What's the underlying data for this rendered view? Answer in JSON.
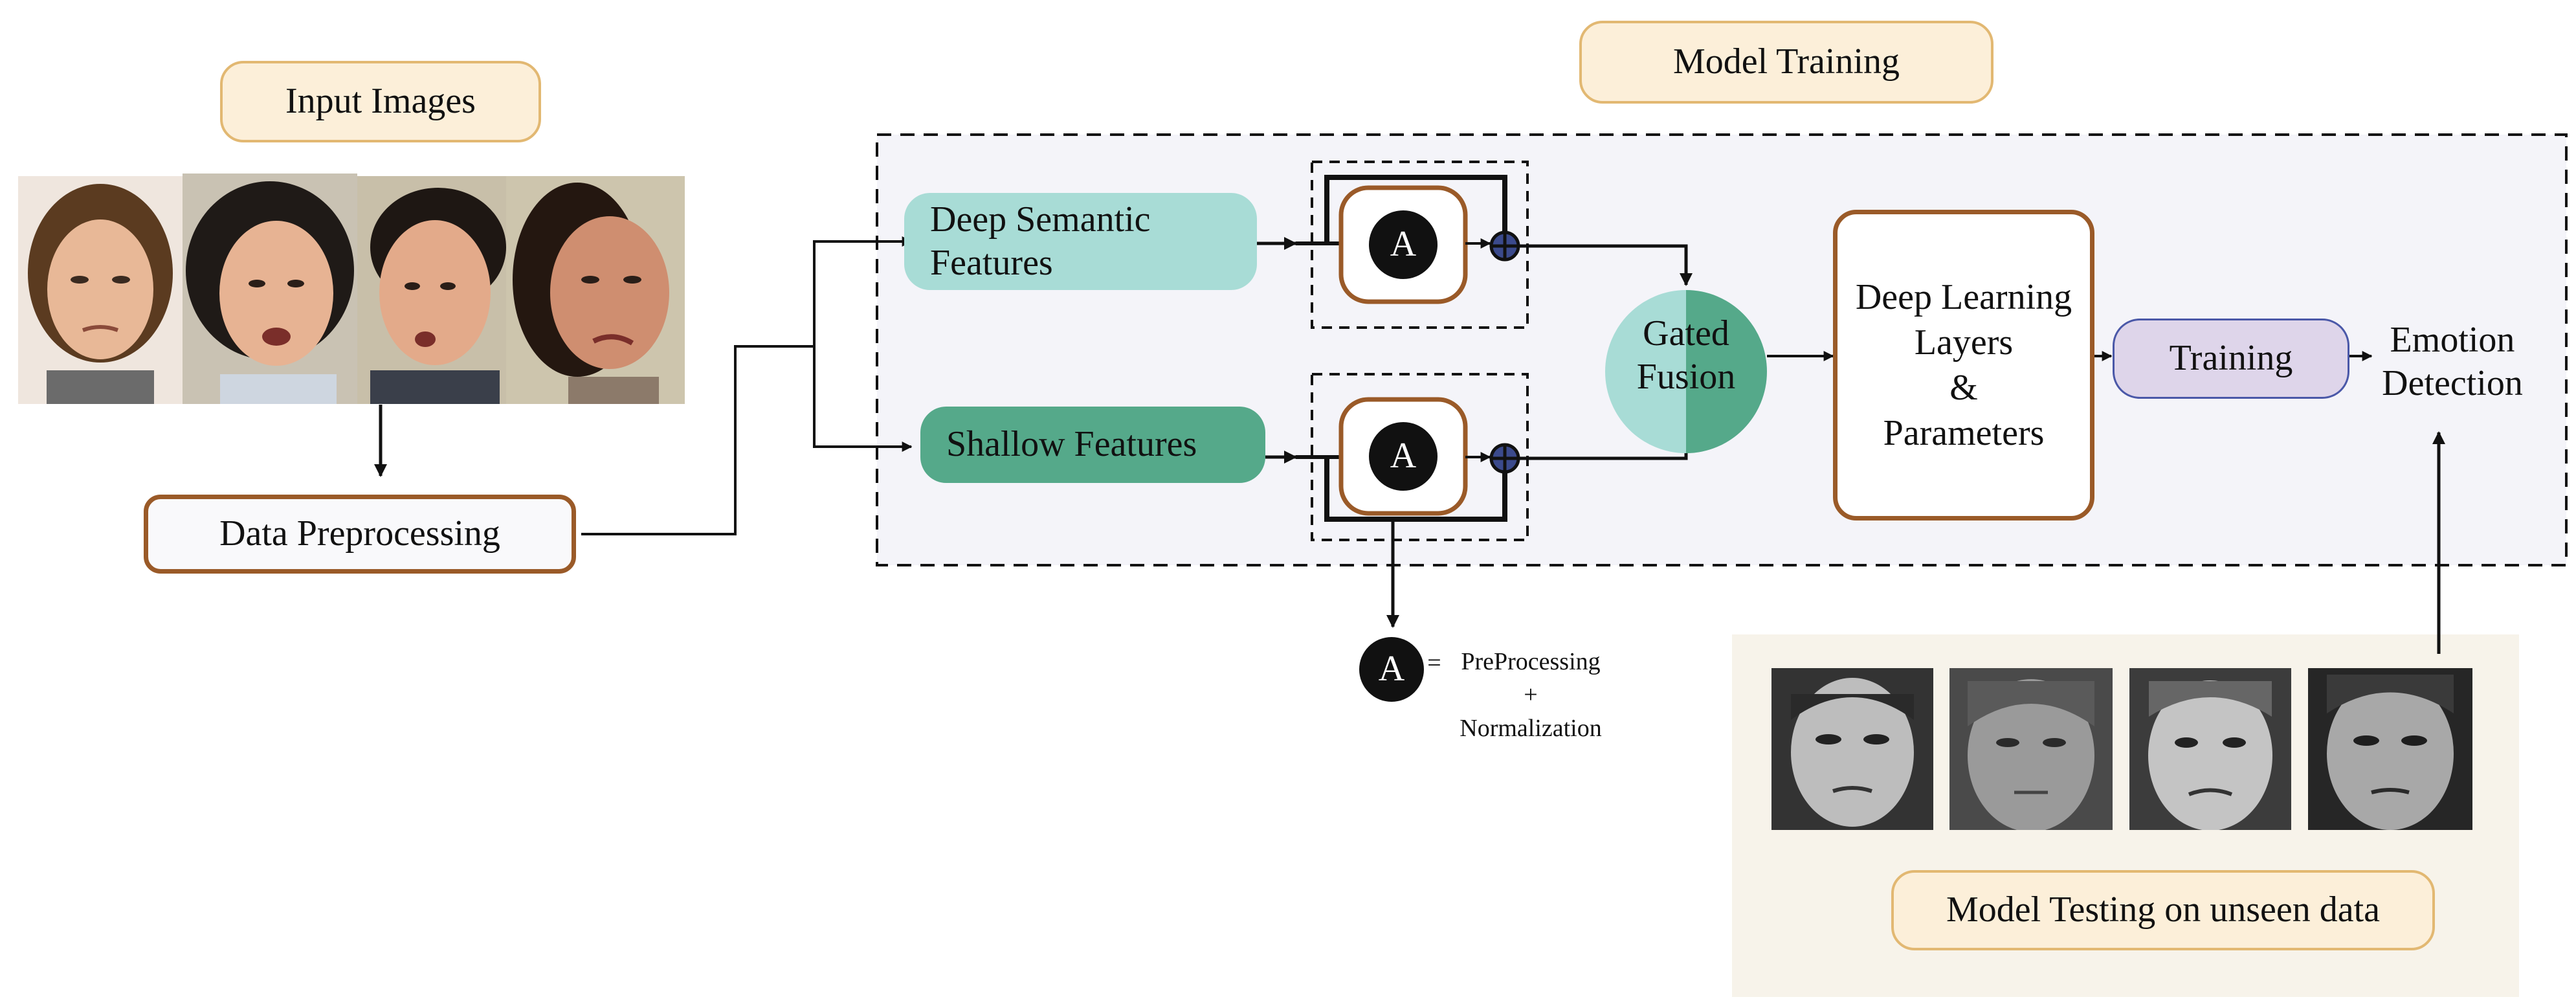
{
  "labels": {
    "input_images": "Input Images",
    "model_training": "Model Training",
    "data_preprocessing": "Data Preprocessing",
    "deep_semantic_line1": "Deep Semantic",
    "deep_semantic_line2": "Features",
    "shallow_features": "Shallow Features",
    "gated_fusion_line1": "Gated",
    "gated_fusion_line2": "Fusion",
    "dl_line1": "Deep Learning",
    "dl_line2": "Layers",
    "dl_line3": "&",
    "dl_line4": "Parameters",
    "training": "Training",
    "emotion_line1": "Emotion",
    "emotion_line2": "Detection",
    "model_testing": "Model Testing on unseen data",
    "operator_symbol": "A",
    "legend_equals": "=",
    "legend_line1": "PreProcessing",
    "legend_line2": "+",
    "legend_line3": "Normalization"
  },
  "icons": {
    "input_faces": [
      "face-image",
      "face-image",
      "face-image",
      "face-image"
    ],
    "test_faces": [
      "grayscale-face-image",
      "grayscale-face-image",
      "grayscale-face-image",
      "grayscale-face-image"
    ],
    "operator_nodes": [
      "a-operator-node",
      "a-operator-node",
      "a-operator-node"
    ],
    "addition_nodes": [
      "circled-plus-icon",
      "circled-plus-icon"
    ]
  },
  "colors": {
    "box_border": "#9a5a28",
    "label_fill": "#fcefd9",
    "label_border": "#e2b872",
    "deep_features": "#a8dcd6",
    "shallow_features": "#55a98a",
    "training_fill": "#ded5ea",
    "training_border": "#4a58a8",
    "training_panel": "#f4f4f9",
    "testing_panel": "#f7f3ea",
    "operator_fill": "#111111",
    "plus_fill": "#3b4a8c"
  }
}
